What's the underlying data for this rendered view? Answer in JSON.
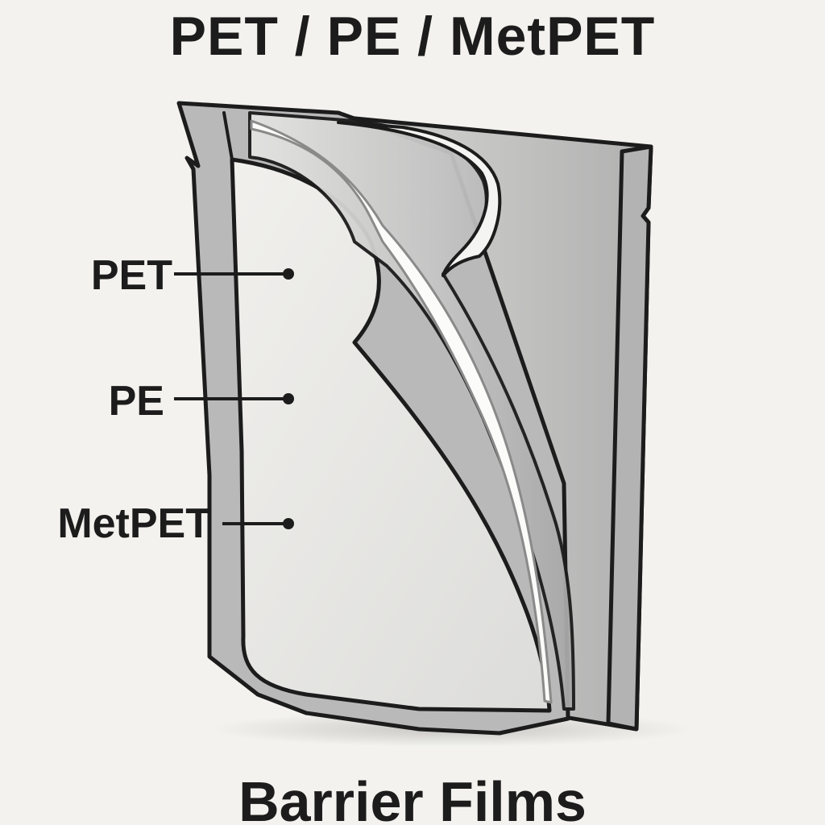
{
  "title": "PET / PE / MetPET",
  "caption": "Barrier Films",
  "layers": [
    {
      "label": "PET"
    },
    {
      "label": "PE"
    },
    {
      "label": "MetPET"
    }
  ],
  "colors": {
    "background": "#f3f2ee",
    "outline": "#1c1c1c",
    "pouch_outer": "#b9b9b9",
    "pouch_inner": "#ecebe8",
    "film_silver": "#c9c9c9",
    "film_light": "#f6f6f4"
  }
}
